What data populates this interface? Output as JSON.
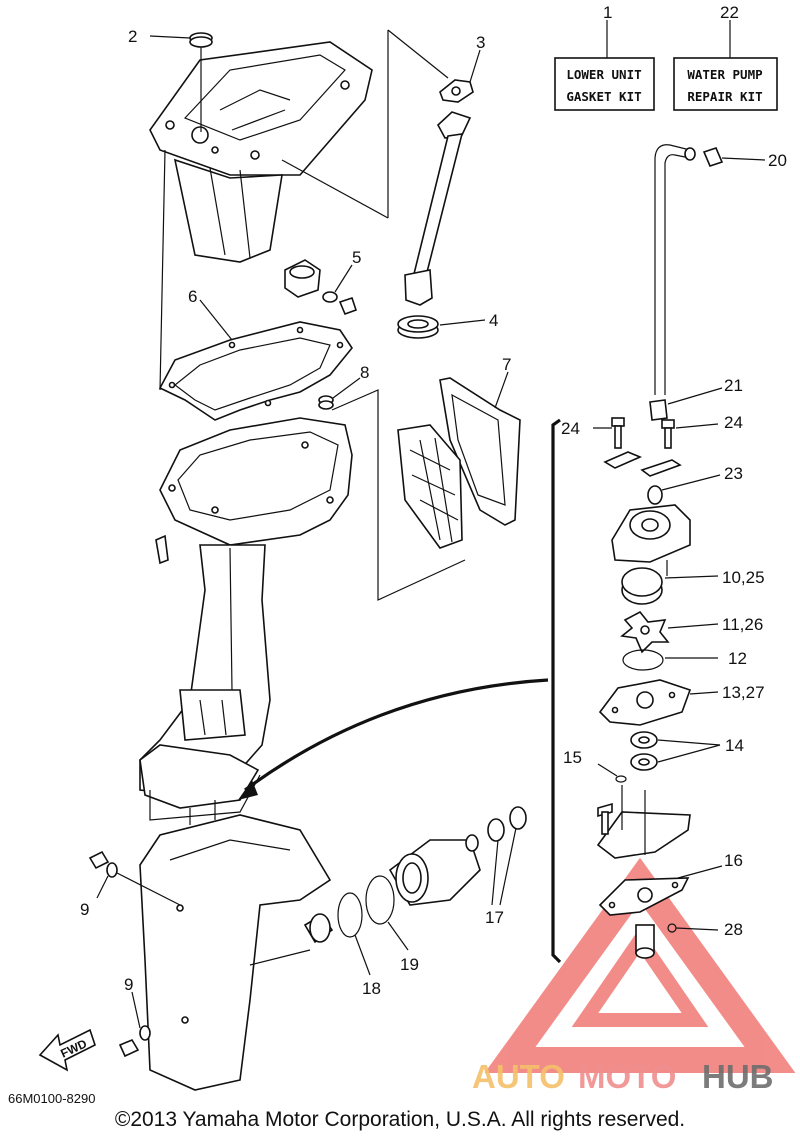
{
  "kits": [
    {
      "number": "1",
      "line1": "LOWER UNIT",
      "line2": "GASKET KIT"
    },
    {
      "number": "22",
      "line1": "WATER PUMP",
      "line2": "REPAIR KIT"
    }
  ],
  "callouts": [
    "2",
    "3",
    "4",
    "5",
    "6",
    "7",
    "8",
    "9",
    "9",
    "12",
    "14",
    "15",
    "16",
    "17",
    "18",
    "19",
    "20",
    "21",
    "23",
    "24",
    "24",
    "28",
    "10,25",
    "11,26",
    "13,27"
  ],
  "fwd_label": "FWD",
  "reference_code": "66M0100-8290",
  "copyright": "©2013 Yamaha Motor Corporation, U.S.A. All rights reserved.",
  "watermark": {
    "part1": "AUTO",
    "part2": "MOTO",
    "part3": "HUB",
    "color_auto": "#f5c06a",
    "color_moto": "#f08f8f",
    "color_hub": "#6e6e6e",
    "color_logo": "#e8302a"
  }
}
